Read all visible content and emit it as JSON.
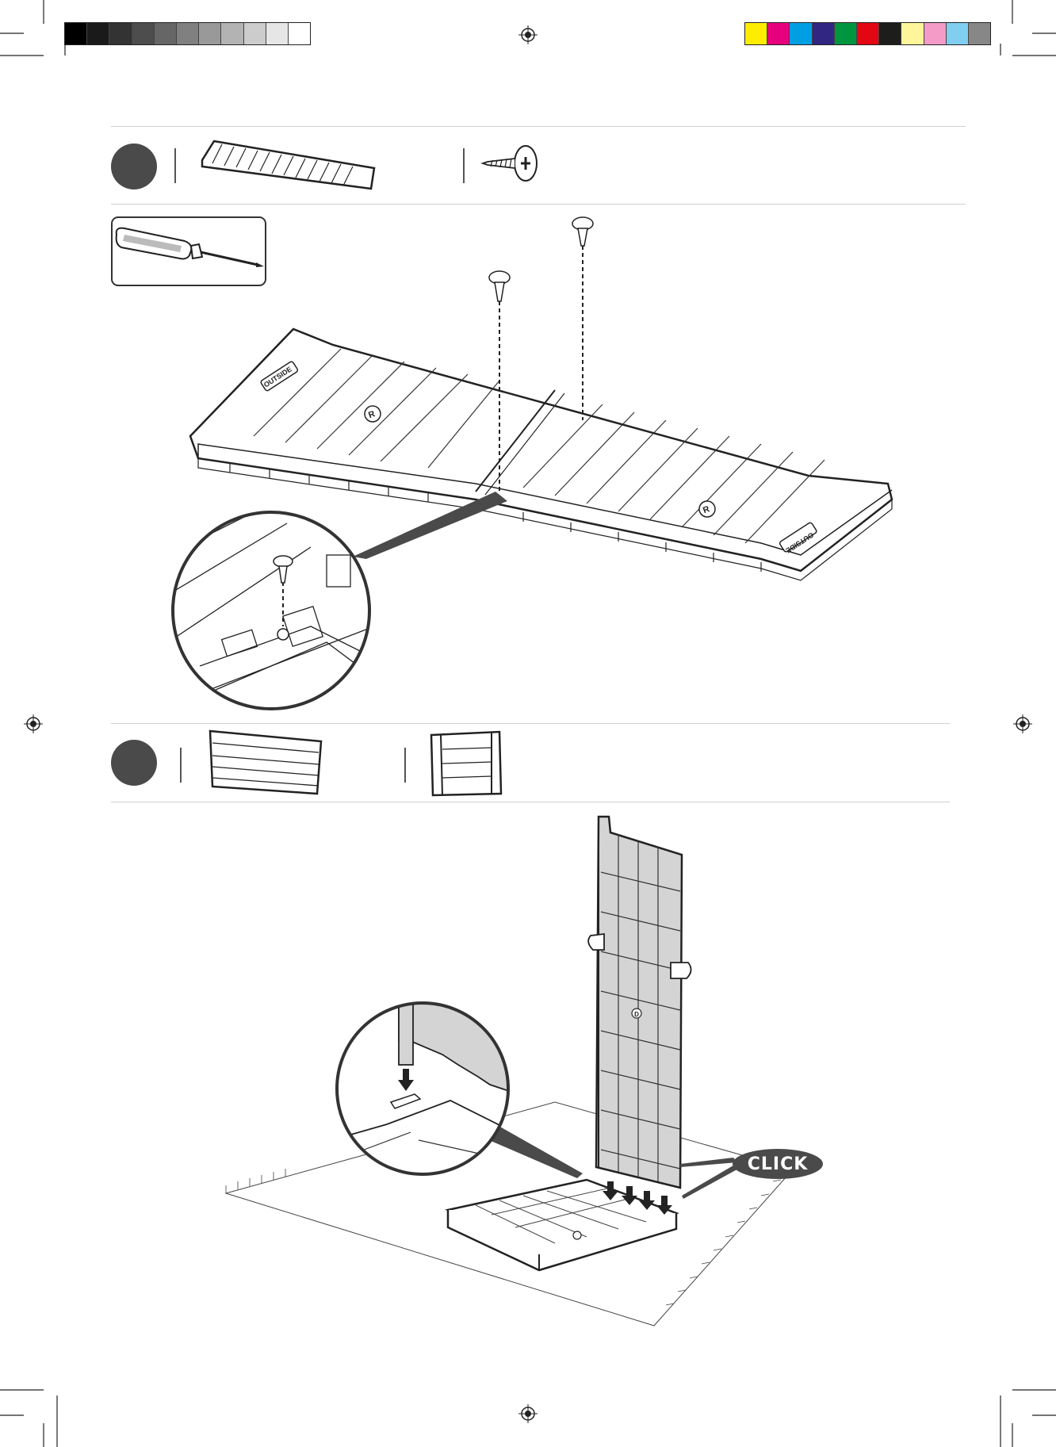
{
  "print_marks": {
    "grayscale_swatches": [
      "#000000",
      "#1a1a1a",
      "#333333",
      "#4d4d4d",
      "#666666",
      "#808080",
      "#999999",
      "#b3b3b3",
      "#cccccc",
      "#e6e6e6",
      "#ffffff"
    ],
    "color_swatches": [
      "#ffed00",
      "#e6007e",
      "#009fe3",
      "#312783",
      "#009640",
      "#e30613",
      "#1d1d1b",
      "#fff59b",
      "#f59bc8",
      "#80cef0",
      "#878787"
    ]
  },
  "step1": {
    "panel_label": "OUTSIDE",
    "panel_marker": "R"
  },
  "step2": {
    "panel_marker": "D",
    "click_label": "CLICK"
  }
}
